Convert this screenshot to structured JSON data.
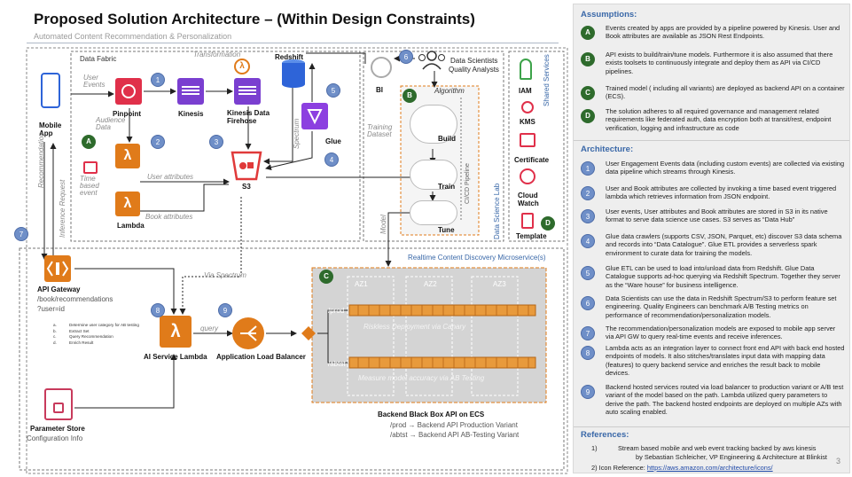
{
  "header": {
    "title": "Proposed Solution Architecture – (Within Design Constraints)",
    "subtitle": "Automated Content Recommendation & Personalization"
  },
  "diagram": {
    "regions": {
      "data_fabric": "Data Fabric",
      "data_science_lab": "Data Science Lab",
      "shared_services": "Shared Services",
      "microservices": "Realtime Content Discovery Microservice(s)",
      "cicd": "CI/CD Pipeline",
      "transformation": "Transformation",
      "algorithm": "Algorithm"
    },
    "nodes": {
      "mobile_app": "Mobile App",
      "pinpoint": "Pinpoint",
      "kinesis": "Kinesis",
      "firehose": "Kinesis Data Firehose",
      "redshift": "Redshift",
      "glue": "Glue",
      "s3": "S3",
      "lambda": "Lambda",
      "bi": "BI",
      "data_scientists": "Data Scientists",
      "quality_analysts": "Quality Analysts",
      "build": "Build",
      "train": "Train",
      "tune": "Tune",
      "iam": "IAM",
      "kms": "KMS",
      "certificate": "Certificate",
      "cloudwatch": "Cloud Watch",
      "template": "Template",
      "api_gateway": "API Gateway",
      "api_path": "/book/recommendations",
      "api_query": "?user=id",
      "ai_lambda": "AI Service Lambda",
      "alb": "Application Load Balancer",
      "parameter_store": "Parameter Store",
      "config_info": "Configuration Info",
      "backend_title": "Backend Black Box API on ECS",
      "prod_route": "/prod → Backend API Production Variant",
      "abtst_route": "/abtst → Backend API AB-Testing Variant",
      "az1": "AZ1",
      "az2": "AZ2",
      "az3": "AZ3",
      "prod_label": "/prod",
      "abtst_label": "/abtst",
      "riskless": "Riskless Deployment via Canary",
      "measure": "Measure model accuracy via AB Testing"
    },
    "edge_labels": {
      "user_events": "User Events",
      "audience_data": "Audience Data",
      "time_based_event": "Time based event",
      "user_attributes": "User attributes",
      "book_attributes": "Book attributes",
      "spectrum": "Spectrum",
      "training_dataset": "Training Dataset",
      "model": "Model",
      "recommendation": "Recommendation",
      "inference_request": "Inference Request",
      "via_spectrum": "Via Spectrum",
      "query": "query"
    },
    "lambda_steps": [
      {
        "marker": "a.",
        "text": "Determine user category for AB testing"
      },
      {
        "marker": "b.",
        "text": "Extract Set"
      },
      {
        "marker": "c.",
        "text": "Query Recommendation"
      },
      {
        "marker": "d.",
        "text": "Enrich Result"
      }
    ]
  },
  "panel": {
    "assumptions_title": "Assumptions:",
    "assumptions": [
      {
        "id": "A",
        "text": "Events created by apps are provided by a pipeline powered by Kinesis. User and Book attributes are available as JSON Rest Endpoints."
      },
      {
        "id": "B",
        "text": "API exists to build/train/tune models. Furthermore it is also assumed that there exists toolsets to continuously integrate and deploy them as API via CI/CD pipelines."
      },
      {
        "id": "C",
        "text": "Trained model ( including all variants) are deployed as backend API on a container (ECS)."
      },
      {
        "id": "D",
        "text": "The solution adheres to all required governance and management related requirements like federated auth, data encryption both at transit/rest, endpoint verification, logging and infrastructure as code"
      }
    ],
    "architecture_title": "Architecture:",
    "architecture": [
      {
        "id": "1",
        "text": "User Engagement Events data (including custom events) are collected via existing data pipeline which streams through Kinesis."
      },
      {
        "id": "2",
        "text": "User and Book attributes are collected by invoking a time based event triggered lambda which retrieves information from JSON endpoint."
      },
      {
        "id": "3",
        "text": "User events, User attributes and Book attributes are stored in S3 in its native format to serve data science use cases. S3 serves as “Data Hub”"
      },
      {
        "id": "4",
        "text": "Glue data crawlers (supports CSV, JSON, Parquet, etc) discover S3 data schema and records into “Data Catalogue”. Glue ETL provides a serverless spark environment to curate data for training the models."
      },
      {
        "id": "5",
        "text": "Glue ETL can be used to load into/unload data from Redshift. Glue Data Catalogue supports ad-hoc querying via Redshift Spectrum. Together they server as the “Ware house” for business intelligence."
      },
      {
        "id": "6",
        "text": "Data Scientists can use the data in Redshift Spectrum/S3 to perform feature set engineering. Quality Engineers can benchmark A/B Testing metrics on performance of recommendation/personalization models."
      },
      {
        "id": "7",
        "text": "The recommendation/personalization models are exposed to mobile app server via API GW to query real-time events and receive inferences."
      },
      {
        "id": "8",
        "text": "Lambda acts as an integration layer to connect front end API with back end hosted endpoints of models. It also stitches/translates input data with mapping data (features) to query backend service and enriches the result back to mobile devices."
      },
      {
        "id": "9",
        "text": "Backend  hosted services routed via load balancer to production variant or A/B test variant of the  model based on the path. Lambda utilized query parameters to derive the path. The backend hosted endpoints are deployed on multiple AZs with auto scaling enabled."
      }
    ],
    "references_title": "References:",
    "ref1_marker": "1)",
    "ref1_line1": "Stream based mobile and web event tracking backed by aws kinesis",
    "ref1_line2": "by Sebastian Schleicher, VP Engineering & Architecture at Blinkist",
    "ref2_marker": "2)",
    "ref2_label": "Icon Reference:",
    "ref2_link": "https://aws.amazon.com/architecture/icons/",
    "page_number": "3"
  },
  "colors": {
    "accent": "#3a68a8",
    "badge_green": "#2e6b2c",
    "badge_blue": "#6f8fc8",
    "lambda_orange": "#e07b1a",
    "pinpoint_red": "#e0304a",
    "kinesis_purple": "#7a3fd0",
    "s3_red": "#e03a3a",
    "redshift_blue": "#2e64d8",
    "glue_purple": "#8c3fe0",
    "panel_bg": "#eeeeee",
    "ecs_bg": "#d8d8d8"
  }
}
